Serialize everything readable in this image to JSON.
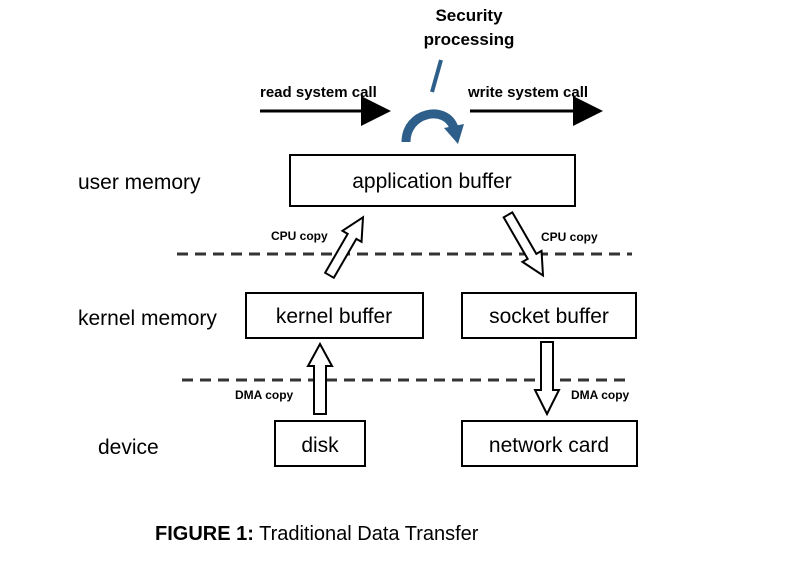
{
  "figure": {
    "security_label_line1": "Security",
    "security_label_line2": "processing",
    "read_call_label": "read system call",
    "write_call_label": "write system call",
    "levels": {
      "user": "user memory",
      "kernel": "kernel memory",
      "device": "device"
    },
    "boxes": {
      "application_buffer": "application buffer",
      "kernel_buffer": "kernel buffer",
      "socket_buffer": "socket buffer",
      "disk": "disk",
      "network_card": "network card"
    },
    "copy_labels": {
      "cpu_left": "CPU copy",
      "cpu_right": "CPU copy",
      "dma_left": "DMA copy",
      "dma_right": "DMA copy"
    },
    "colors": {
      "security_arrow": "#2e5f8a"
    }
  },
  "caption": {
    "prefix": "FIGURE 1:",
    "text": " Traditional Data Transfer"
  }
}
